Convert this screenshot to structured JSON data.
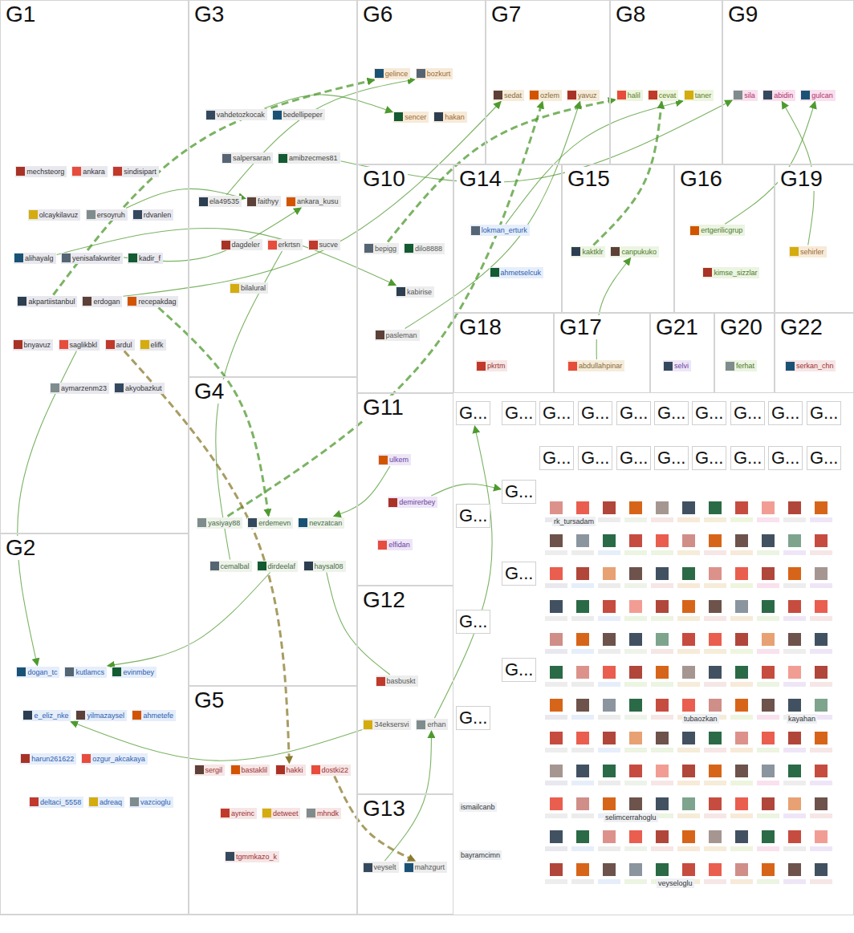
{
  "diagram": {
    "nodes": [
      {
        "text": [
          "G1"
        ]
      },
      {
        "text": [
          "G2"
        ]
      },
      {
        "text": [
          "G3"
        ]
      },
      {
        "text": [
          "G4"
        ]
      },
      {
        "text": [
          "G5"
        ]
      },
      {
        "text": [
          "G6"
        ]
      },
      {
        "text": [
          "G7"
        ]
      },
      {
        "text": [
          "G8"
        ]
      },
      {
        "text": [
          "G9"
        ]
      },
      {
        "text": [
          "G10"
        ]
      },
      {
        "text": [
          "G11"
        ]
      },
      {
        "text": [
          "G12"
        ]
      },
      {
        "text": [
          "G13"
        ]
      },
      {
        "text": [
          "G14"
        ]
      },
      {
        "text": [
          "G15"
        ]
      },
      {
        "text": [
          "G16"
        ]
      },
      {
        "text": [
          "G17"
        ]
      },
      {
        "text": [
          "G18"
        ]
      },
      {
        "text": [
          "G19"
        ]
      },
      {
        "text": [
          "G20"
        ]
      },
      {
        "text": [
          "G21"
        ]
      },
      {
        "text": [
          "G22"
        ]
      },
      {
        "text": [
          "G..."
        ]
      },
      {
        "text": [
          "G..."
        ]
      },
      {
        "text": [
          "G..."
        ]
      },
      {
        "text": [
          "G..."
        ]
      },
      {
        "text": [
          "G..."
        ]
      },
      {
        "text": [
          "G..."
        ]
      },
      {
        "text": [
          "G..."
        ]
      },
      {
        "text": [
          "G..."
        ]
      },
      {
        "text": [
          "G..."
        ]
      },
      {
        "text": [
          "G..."
        ]
      },
      {
        "text": [
          "G..."
        ]
      },
      {
        "text": [
          "G..."
        ]
      },
      {
        "text": [
          "G..."
        ]
      },
      {
        "text": [
          "G..."
        ]
      },
      {
        "text": [
          "G..."
        ]
      },
      {
        "text": [
          "G..."
        ]
      },
      {
        "text": [
          "G..."
        ]
      },
      {
        "text": [
          "G..."
        ]
      },
      {
        "text": [
          "G..."
        ]
      },
      {
        "text": [
          "G..."
        ]
      },
      {
        "text": [
          "G..."
        ]
      },
      {
        "text": [
          "G..."
        ]
      },
      {
        "text": [
          "G..."
        ]
      },
      {
        "text": [
          "G..."
        ]
      },
      {
        "text": [
          "mechsteorg"
        ],
        "in": 0
      },
      {
        "text": [
          "ankara"
        ],
        "in": 0
      },
      {
        "text": [
          "sindisipart"
        ],
        "in": 0
      },
      {
        "text": [
          "olcaykilavuz"
        ],
        "in": 0
      },
      {
        "text": [
          "ersoyruh"
        ],
        "in": 0
      },
      {
        "text": [
          "rdvanlen"
        ],
        "in": 0
      },
      {
        "text": [
          "alihayalg"
        ],
        "in": 0
      },
      {
        "text": [
          "yenisafakwriter"
        ],
        "in": 0
      },
      {
        "text": [
          "kadir_f"
        ],
        "in": 0
      },
      {
        "text": [
          "akpartiistanbul"
        ],
        "in": 0
      },
      {
        "text": [
          "erdogan"
        ],
        "in": 0
      },
      {
        "text": [
          "recepakdag"
        ],
        "in": 0
      },
      {
        "text": [
          "bnyavuz"
        ],
        "in": 0
      },
      {
        "text": [
          "saglikbkl"
        ],
        "in": 0
      },
      {
        "text": [
          "ardul"
        ],
        "in": 0
      },
      {
        "text": [
          "elifk"
        ],
        "in": 0
      },
      {
        "text": [
          "aymarzenm23"
        ],
        "in": 0
      },
      {
        "text": [
          "akyobazkut"
        ],
        "in": 0
      },
      {
        "text": [
          "dogan_tc"
        ],
        "in": 1
      },
      {
        "text": [
          "kutlamcs"
        ],
        "in": 1
      },
      {
        "text": [
          "evinmbey"
        ],
        "in": 1
      },
      {
        "text": [
          "e_eliz_nke"
        ],
        "in": 1
      },
      {
        "text": [
          "yilmazaysel"
        ],
        "in": 1
      },
      {
        "text": [
          "ahmetefe"
        ],
        "in": 1
      },
      {
        "text": [
          "harun261622"
        ],
        "in": 1
      },
      {
        "text": [
          "ozgur_akcakaya"
        ],
        "in": 1
      },
      {
        "text": [
          "deltaci_5558"
        ],
        "in": 1
      },
      {
        "text": [
          "adreaq"
        ],
        "in": 1
      },
      {
        "text": [
          "vazcioglu"
        ],
        "in": 1
      },
      {
        "text": [
          "vahdetozkocak"
        ],
        "in": 2
      },
      {
        "text": [
          "bedellipeper"
        ],
        "in": 2
      },
      {
        "text": [
          "salpersaran"
        ],
        "in": 2
      },
      {
        "text": [
          "amibzecmes81"
        ],
        "in": 2
      },
      {
        "text": [
          "ela49535"
        ],
        "in": 2
      },
      {
        "text": [
          "faithyy"
        ],
        "in": 2
      },
      {
        "text": [
          "ankara_kusu"
        ],
        "in": 2
      },
      {
        "text": [
          "dagdeler"
        ],
        "in": 2
      },
      {
        "text": [
          "erkrtsn"
        ],
        "in": 2
      },
      {
        "text": [
          "sucve"
        ],
        "in": 2
      },
      {
        "text": [
          "bilalural"
        ],
        "in": 2
      },
      {
        "text": [
          "yasiyay88"
        ],
        "in": 3
      },
      {
        "text": [
          "erdemevn"
        ],
        "in": 3
      },
      {
        "text": [
          "nevzatcan"
        ],
        "in": 3
      },
      {
        "text": [
          "cemalbal"
        ],
        "in": 3
      },
      {
        "text": [
          "dirdeelaf"
        ],
        "in": 3
      },
      {
        "text": [
          "haysal08"
        ],
        "in": 3
      },
      {
        "text": [
          "sergil"
        ],
        "in": 4
      },
      {
        "text": [
          "bastaklil"
        ],
        "in": 4
      },
      {
        "text": [
          "hakki"
        ],
        "in": 4
      },
      {
        "text": [
          "dostki22"
        ],
        "in": 4
      },
      {
        "text": [
          "ayreinc"
        ],
        "in": 4
      },
      {
        "text": [
          "detweet"
        ],
        "in": 4
      },
      {
        "text": [
          "mhndk"
        ],
        "in": 4
      },
      {
        "text": [
          "tgmmkazo_k"
        ],
        "in": 4
      },
      {
        "text": [
          "gelince"
        ],
        "in": 5
      },
      {
        "text": [
          "bozkurt"
        ],
        "in": 5
      },
      {
        "text": [
          "sencer"
        ],
        "in": 5
      },
      {
        "text": [
          "hakan"
        ],
        "in": 5
      },
      {
        "text": [
          "sedat"
        ],
        "in": 6
      },
      {
        "text": [
          "ozlem"
        ],
        "in": 6
      },
      {
        "text": [
          "yavuz"
        ],
        "in": 6
      },
      {
        "text": [
          "halil"
        ],
        "in": 7
      },
      {
        "text": [
          "cevat"
        ],
        "in": 7
      },
      {
        "text": [
          "taner"
        ],
        "in": 7
      },
      {
        "text": [
          "sila"
        ],
        "in": 8
      },
      {
        "text": [
          "abidin"
        ],
        "in": 8
      },
      {
        "text": [
          "gulcan"
        ],
        "in": 8
      },
      {
        "text": [
          "bepigg"
        ],
        "in": 9
      },
      {
        "text": [
          "dilo8888"
        ],
        "in": 9
      },
      {
        "text": [
          "kabirise"
        ],
        "in": 9
      },
      {
        "text": [
          "pasleman"
        ],
        "in": 9
      },
      {
        "text": [
          "ulkem"
        ],
        "in": 10
      },
      {
        "text": [
          "demirerbey"
        ],
        "in": 10
      },
      {
        "text": [
          "elfidan"
        ],
        "in": 10
      },
      {
        "text": [
          "basbuskt"
        ],
        "in": 11
      },
      {
        "text": [
          "34eksersvi"
        ],
        "in": 11
      },
      {
        "text": [
          "erhan"
        ],
        "in": 11
      },
      {
        "text": [
          "veyselt"
        ],
        "in": 12
      },
      {
        "text": [
          "mahzgurt"
        ],
        "in": 12
      },
      {
        "text": [
          "lokman_erturk"
        ],
        "in": 13
      },
      {
        "text": [
          "ahmetselcuk"
        ],
        "in": 13
      },
      {
        "text": [
          "kaktklr"
        ],
        "in": 14
      },
      {
        "text": [
          "canpukuko"
        ],
        "in": 14
      },
      {
        "text": [
          "ertgerilicgrup"
        ],
        "in": 15
      },
      {
        "text": [
          "kimse_sizzlar"
        ],
        "in": 15
      },
      {
        "text": [
          "abdullahpinar"
        ],
        "in": 16
      },
      {
        "text": [
          "pkrtm"
        ],
        "in": 17
      },
      {
        "text": [
          "sehirler"
        ],
        "in": 18
      },
      {
        "text": [
          "ferhat"
        ],
        "in": 19
      },
      {
        "text": [
          "selvi"
        ],
        "in": 20
      },
      {
        "text": [
          "serkan_chn"
        ],
        "in": 21
      }
    ],
    "edges": [
      {
        "from": 50,
        "to": 80,
        "arrow": "to"
      },
      {
        "from": 53,
        "to": 81,
        "arrow": "to"
      },
      {
        "from": 55,
        "to": 100,
        "arrow": "to"
      },
      {
        "from": 56,
        "to": 104,
        "arrow": "to"
      },
      {
        "from": 57,
        "to": 87,
        "arrow": "to"
      },
      {
        "from": 59,
        "to": 64,
        "arrow": "to"
      },
      {
        "from": 52,
        "to": 115,
        "arrow": "to"
      },
      {
        "from": 86,
        "to": 105,
        "arrow": "to"
      },
      {
        "from": 90,
        "to": 65,
        "arrow": "to"
      },
      {
        "from": 91,
        "to": 120,
        "arrow": "none"
      },
      {
        "from": 79,
        "to": 101,
        "arrow": "to"
      },
      {
        "from": 78,
        "to": 110,
        "arrow": "to"
      },
      {
        "from": 113,
        "to": 107,
        "arrow": "to"
      },
      {
        "from": 116,
        "to": 106,
        "arrow": "to"
      },
      {
        "from": 121,
        "to": 67,
        "arrow": "to"
      },
      {
        "from": 95,
        "to": 124,
        "arrow": "to"
      },
      {
        "from": 117,
        "to": 88,
        "arrow": "to"
      },
      {
        "from": 123,
        "to": 122,
        "arrow": "to"
      },
      {
        "from": 125,
        "to": 109,
        "arrow": "to"
      },
      {
        "from": 127,
        "to": 108,
        "arrow": "to"
      },
      {
        "from": 131,
        "to": 128,
        "arrow": "to"
      },
      {
        "from": 83,
        "to": 89,
        "arrow": "none"
      },
      {
        "from": 60,
        "to": 94,
        "arrow": "to"
      },
      {
        "from": 122,
        "to": 22,
        "arrow": "to"
      },
      {
        "from": 118,
        "to": 40,
        "arrow": "to"
      },
      {
        "from": 129,
        "to": 112,
        "arrow": "to"
      },
      {
        "from": 75,
        "to": 102,
        "arrow": "to"
      },
      {
        "from": 133,
        "to": 111,
        "arrow": "to"
      }
    ],
    "labels": [
      "rk_tursadam",
      "tubaozkan",
      "kayahan",
      "selimcerrahoglu",
      "veyseloglu",
      "ismailcanb",
      "bayramcimn"
    ]
  }
}
